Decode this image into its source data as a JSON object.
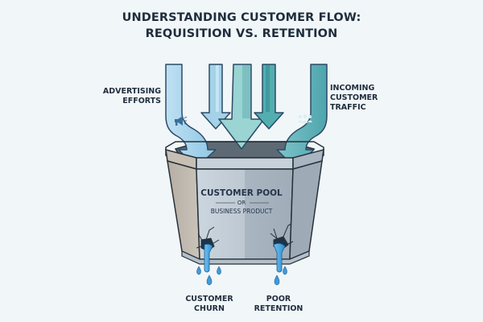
{
  "title": {
    "line1": "UNDERSTANDING CUSTOMER FLOW:",
    "line2": "REQUISITION VS. RETENTION"
  },
  "inflows": {
    "left_label_line1": "ADVERTISING",
    "left_label_line2": "EFFORTS",
    "left_icon": "megaphone-icon",
    "right_label_line1": "INCOMING",
    "right_label_line2": "CUSTOMER",
    "right_label_line3": "TRAFFIC",
    "right_icon": "people-group-icon"
  },
  "bucket": {
    "label": "CUSTOMER POOL",
    "separator": "OR",
    "sublabel": "BUSINESS PRODUCT"
  },
  "leaks": {
    "left_label_line1": "CUSTOMER",
    "left_label_line2": "CHURN",
    "right_label_line1": "POOR",
    "right_label_line2": "RETENTION"
  },
  "colors": {
    "background": "#f1f6f8",
    "text": "#1f2d3d",
    "arrow_light": "#a9d4ea",
    "arrow_mid": "#8fcbd9",
    "arrow_teal": "#55aeb4",
    "bucket": "#b9c4cd",
    "water": "#4aa3df"
  }
}
